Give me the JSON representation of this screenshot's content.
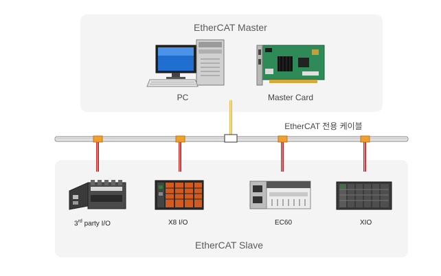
{
  "master": {
    "title": "EtherCAT Master",
    "pc_label": "PC",
    "card_label": "Master Card"
  },
  "cable": {
    "label": "EtherCAT 전용 케이블"
  },
  "slave": {
    "title": "EtherCAT Slave",
    "devices": [
      {
        "label_pre": "3",
        "label_sup": "rd",
        "label_post": " party I/O"
      },
      {
        "label": "X8 I/O"
      },
      {
        "label": "EC60"
      },
      {
        "label": "XIO"
      }
    ]
  },
  "colors": {
    "panel": "#f4f4f4",
    "connector": "#f0a030",
    "drop_cable": "#c62828",
    "master_drop": "#e0b040",
    "bus": "#a8a8a8"
  }
}
